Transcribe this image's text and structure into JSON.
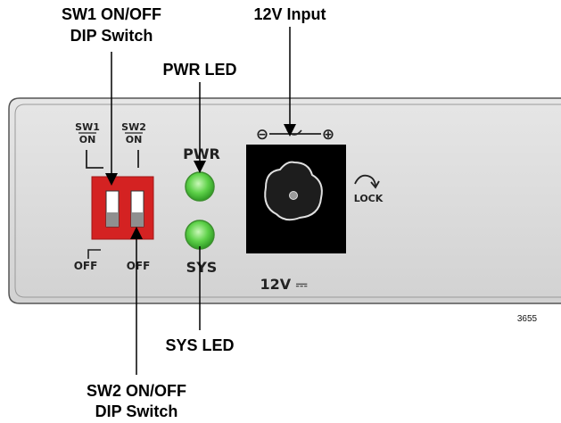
{
  "callouts": {
    "sw1_line1": "SW1 ON/OFF",
    "sw1_line2": "DIP Switch",
    "power_input": "12V Input",
    "pwr_led": "PWR LED",
    "sys_led": "SYS LED",
    "sw2_line1": "SW2 ON/OFF",
    "sw2_line2": "DIP Switch"
  },
  "panel": {
    "sw1_label": "SW1",
    "sw2_label": "SW2",
    "sw1_on": "ON",
    "sw2_on": "ON",
    "off_left": "OFF",
    "off_right": "OFF",
    "pwr_label": "PWR",
    "sys_label": "SYS",
    "polarity_minus": "⊖",
    "polarity_plus": "⊕",
    "lock_label": "LOCK",
    "voltage_label": "12V ⎓",
    "figure_number": "3655"
  },
  "colors": {
    "panel_fill": "#dcdcdc",
    "dip_switch": "#d42222",
    "led_green": "#4fcf3a",
    "jack_black": "#000000"
  },
  "icons": {
    "lock_arrow": "curved-arrow-icon"
  }
}
